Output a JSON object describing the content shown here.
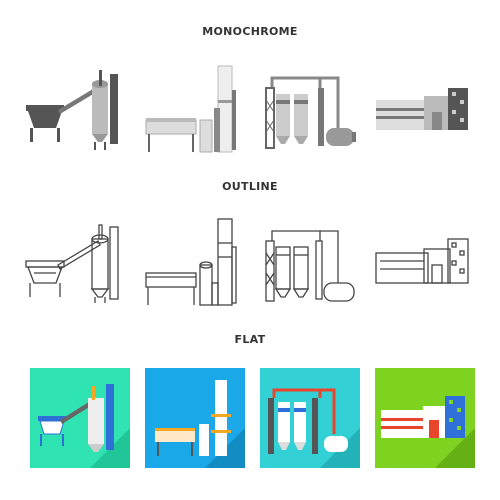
{
  "sections": [
    {
      "title": "MONOCHROME",
      "style": "monochrome"
    },
    {
      "title": "OUTLINE",
      "style": "outline"
    },
    {
      "title": "FLAT",
      "style": "flat"
    }
  ],
  "icons": [
    "conveyor-silo-plant-icon",
    "chimney-factory-icon",
    "pipeline-tank-plant-icon",
    "factory-building-icon"
  ],
  "colors": {
    "mono_dark": "#555555",
    "mono_mid": "#9a9a9a",
    "mono_light": "#dcdcdc",
    "outline_stroke": "#444444",
    "flat_bg_1": "#2fe3b2",
    "flat_bg_2": "#1aa8e8",
    "flat_bg_3": "#33d1d6",
    "flat_bg_4": "#7ed321",
    "flat_accent_orange": "#f5a623",
    "flat_accent_red": "#e8452c",
    "flat_accent_blue": "#2e6fd8"
  }
}
